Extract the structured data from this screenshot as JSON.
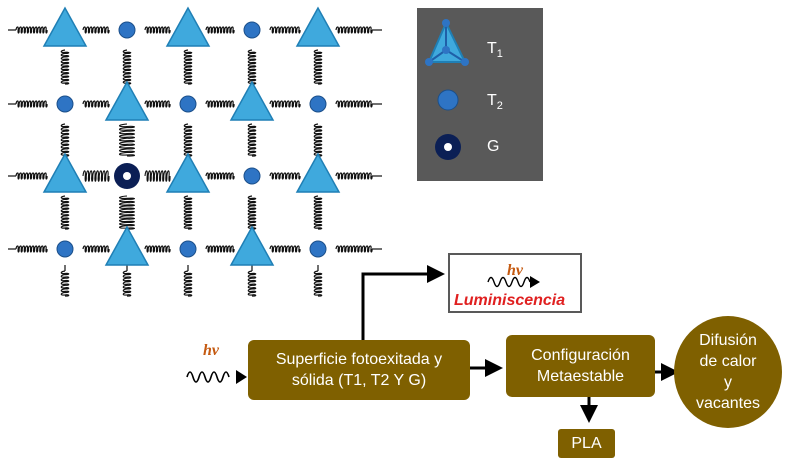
{
  "legend": {
    "t1": {
      "main": "T",
      "sub": "1"
    },
    "t2": {
      "main": "T",
      "sub": "2"
    },
    "g": "G"
  },
  "luminescence": {
    "hv": "hv",
    "label": "Luminiscencia"
  },
  "input_hv": "hv",
  "boxes": {
    "surface": [
      "Superficie fotoexitada y",
      "sólida (T1, T2 Y G)"
    ],
    "config": [
      "Configuración",
      "Metaestable"
    ],
    "pla": "PLA",
    "diffusion": [
      "Difusión",
      "de calor",
      "y",
      "vacantes"
    ]
  },
  "colors": {
    "triangle": "#3fa9dd",
    "triangle_stroke": "#1f7fb5",
    "node": "#2e74c4",
    "guest": "#0b1f55",
    "box": "#7f6000",
    "legend_bg": "#595959"
  }
}
